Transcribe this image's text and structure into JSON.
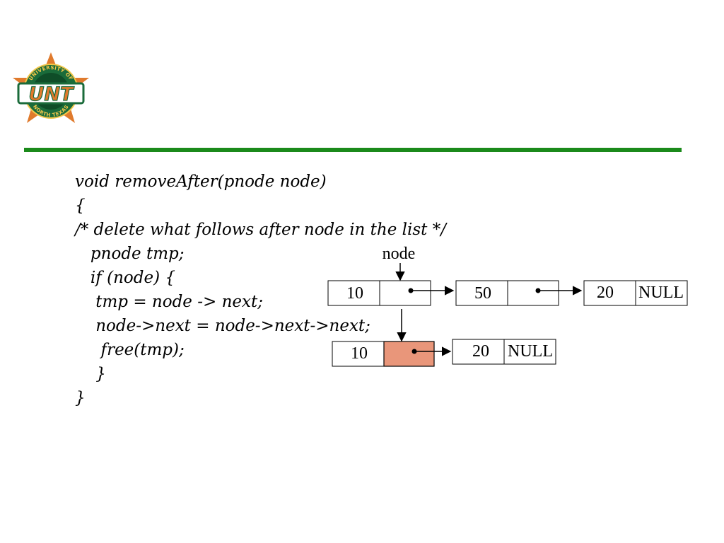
{
  "colors": {
    "rule": "#1b8a1b",
    "freed_cell": "#e9967a",
    "logo_orange": "#e07a2c",
    "logo_green": "#1a6b3a",
    "logo_gold": "#f3c74a"
  },
  "logo": {
    "text": "UNT",
    "arc_top": "UNIVERSITY OF",
    "arc_bottom": "NORTH TEXAS",
    "icon": "unt-star-logo-icon"
  },
  "code": {
    "lines": [
      "void removeAfter(pnode node)",
      "{",
      "/* delete what follows after node in the list */",
      "   pnode tmp;",
      "   if (node) {",
      "    tmp = node -> next;",
      "    node->next = node->next->next;",
      "     free(tmp);",
      "    }",
      "}"
    ]
  },
  "diagram": {
    "pointer_label": "node",
    "before": {
      "node1": {
        "value": "10"
      },
      "node2": {
        "value": "50"
      },
      "node3": {
        "value": "20",
        "next": "NULL"
      }
    },
    "after": {
      "node1": {
        "value": "10"
      },
      "node2": {
        "value": "20",
        "next": "NULL"
      }
    }
  }
}
